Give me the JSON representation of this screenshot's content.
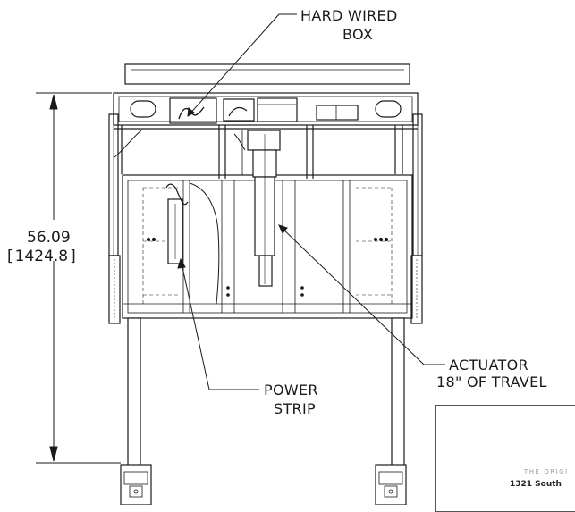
{
  "callouts": {
    "hard_wired_box": [
      "HARD WIRED",
      "BOX"
    ],
    "actuator": [
      "ACTUATOR",
      "18\" OF TRAVEL"
    ],
    "power_strip": [
      "POWER",
      "STRIP"
    ]
  },
  "dimension": {
    "inches": "56.09",
    "mm": "1424.8"
  },
  "title_block": {
    "tagline": "THE ORIGI",
    "address": "1321 South"
  }
}
